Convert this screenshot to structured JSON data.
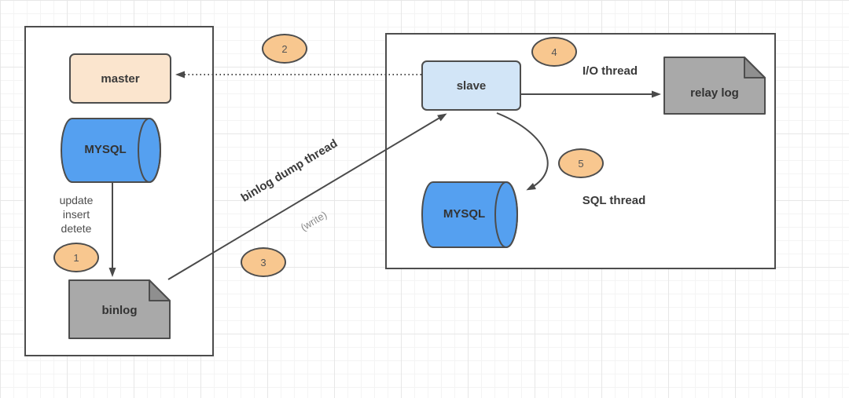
{
  "diagram_title": "mysql-master-slave-replication",
  "palette": {
    "badge_orange": "#f8c78f",
    "master_peach": "#fbe5ce",
    "slave_blue": "#d2e5f7",
    "cylinder_blue": "#55a0f0",
    "note_gray": "#a9a9a9",
    "note_fold_gray": "#8f8f8f",
    "stroke_dark": "#4d4d4d"
  },
  "left_group": {
    "master": "master",
    "mysql": "MYSQL",
    "operations": {
      "line1": "update",
      "line2": "insert",
      "line3": "detete"
    },
    "binlog": "binlog"
  },
  "right_group": {
    "slave": "slave",
    "mysql": "MYSQL",
    "relay_log": "relay log"
  },
  "edge_labels": {
    "io_thread": "I/O thread",
    "sql_thread": "SQL thread",
    "binlog_dump_thread": "binlog dump thread",
    "write": "(write)"
  },
  "step_badges": {
    "step1": "1",
    "step2": "2",
    "step3": "3",
    "step4": "4",
    "step5": "5"
  }
}
